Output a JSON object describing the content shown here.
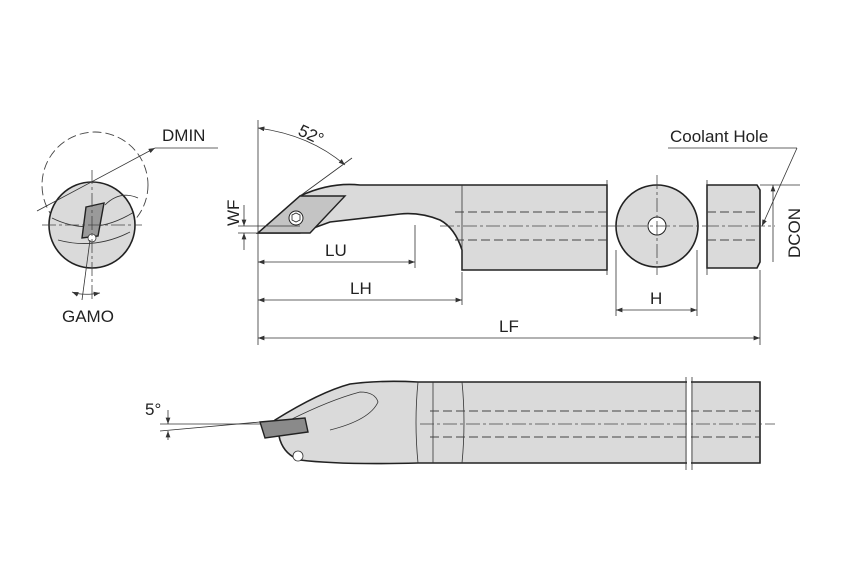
{
  "diagram": {
    "labels": {
      "dmin": "DMIN",
      "gamo": "GAMO",
      "angle_top": "52°",
      "wf": "WF",
      "lu": "LU",
      "lh": "LH",
      "lf": "LF",
      "h": "H",
      "dcon": "DCON",
      "coolant_hole": "Coolant Hole",
      "angle_bottom": "5°"
    },
    "colors": {
      "body_fill": "#dadada",
      "line": "#222222"
    }
  }
}
